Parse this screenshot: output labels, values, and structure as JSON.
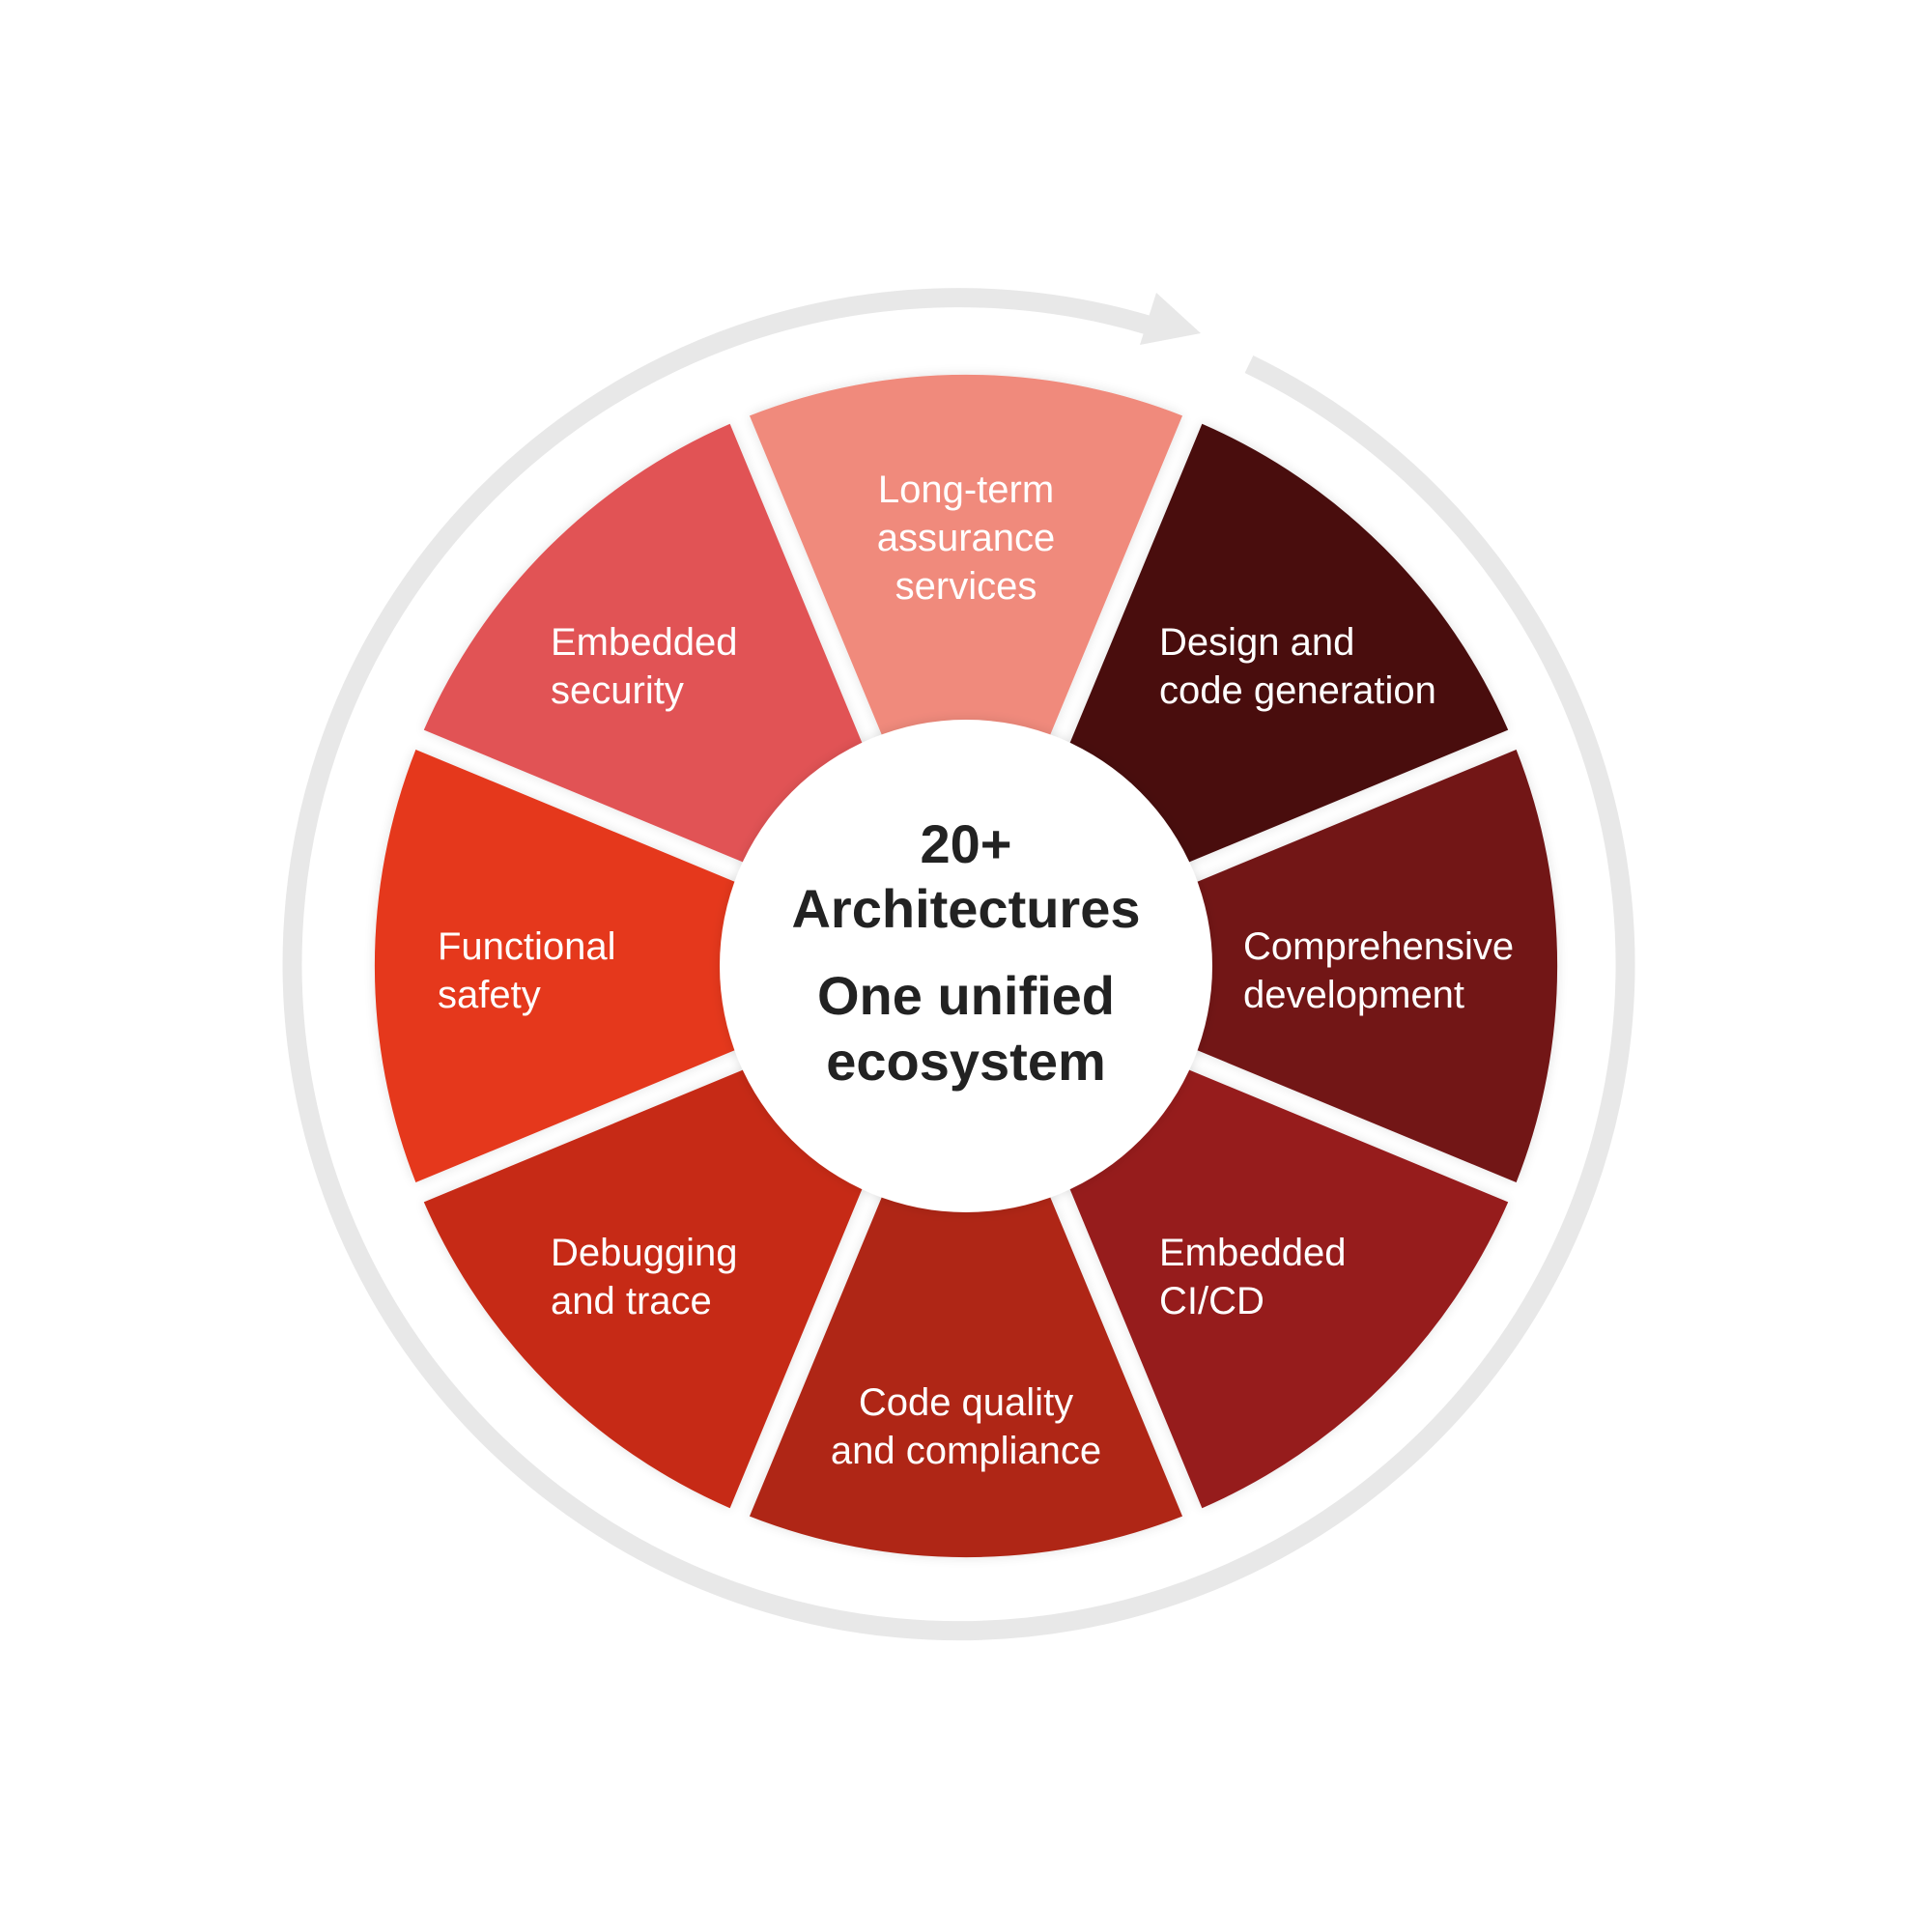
{
  "center": {
    "line1": "20+",
    "line2": "Architectures",
    "line3": "One unified",
    "line4": "ecosystem"
  },
  "segments": [
    {
      "id": "long-term-assurance",
      "lines": [
        "Long-term",
        "assurance",
        "services"
      ],
      "color": "#F08A7C",
      "align": "middle"
    },
    {
      "id": "design-code-generation",
      "lines": [
        "Design and",
        "code generation"
      ],
      "color": "#4A0E10",
      "align": "start"
    },
    {
      "id": "comprehensive-development",
      "lines": [
        "Comprehensive",
        "development"
      ],
      "color": "#721316",
      "align": "start"
    },
    {
      "id": "embedded-cicd",
      "lines": [
        "Embedded",
        "CI/CD"
      ],
      "color": "#961A1B",
      "align": "start"
    },
    {
      "id": "code-quality-compliance",
      "lines": [
        "Code quality",
        "and compliance"
      ],
      "color": "#AF2617",
      "align": "middle"
    },
    {
      "id": "debugging-trace",
      "lines": [
        "Debugging",
        "and trace"
      ],
      "color": "#C62A16",
      "align": "start"
    },
    {
      "id": "functional-safety",
      "lines": [
        "Functional",
        "safety"
      ],
      "color": "#E5371F",
      "align": "start"
    },
    {
      "id": "embedded-security",
      "lines": [
        "Embedded",
        "security"
      ],
      "color": "#E15355",
      "align": "start"
    }
  ],
  "ring": {
    "color": "#E8E8E8"
  }
}
